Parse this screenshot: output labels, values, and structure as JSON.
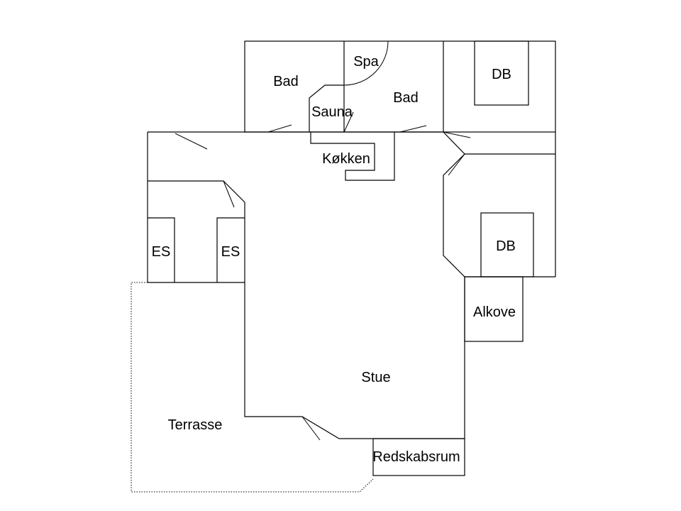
{
  "floorplan": {
    "rooms": {
      "bad_left": "Bad",
      "spa": "Spa",
      "bad_right": "Bad",
      "sauna": "Sauna",
      "db_top": "DB",
      "koekken": "Køkken",
      "es_left": "ES",
      "es_right": "ES",
      "db_bottom": "DB",
      "alkove": "Alkove",
      "stue": "Stue",
      "terrasse": "Terrasse",
      "redskabsrum": "Redskabsrum"
    }
  }
}
